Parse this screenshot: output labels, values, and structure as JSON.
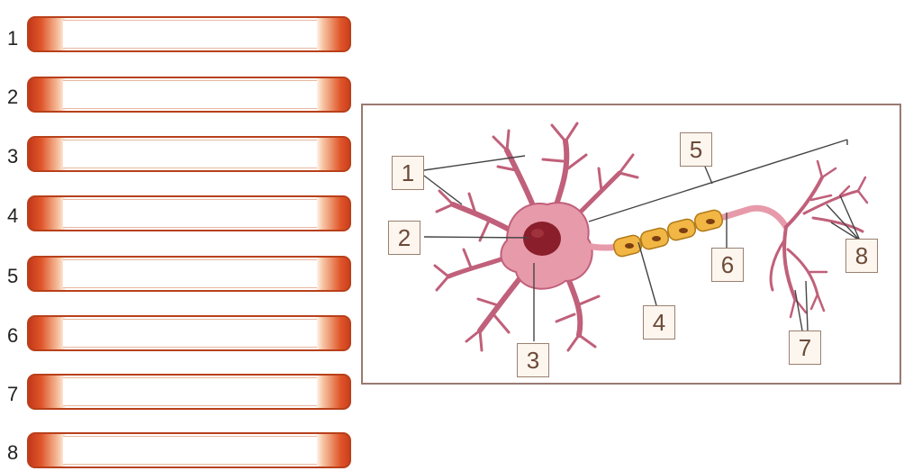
{
  "answer_slots": [
    {
      "number": "1",
      "value": ""
    },
    {
      "number": "2",
      "value": ""
    },
    {
      "number": "3",
      "value": ""
    },
    {
      "number": "4",
      "value": ""
    },
    {
      "number": "5",
      "value": ""
    },
    {
      "number": "6",
      "value": ""
    },
    {
      "number": "7",
      "value": ""
    },
    {
      "number": "8",
      "value": ""
    }
  ],
  "diagram": {
    "labels": [
      "1",
      "2",
      "3",
      "4",
      "5",
      "6",
      "7",
      "8"
    ],
    "colors": {
      "neuron_body": "#e79aaa",
      "neuron_outline": "#c0607a",
      "nucleus": "#8a1e2a",
      "myelin": "#f2b645",
      "myelin_outline": "#b07a18",
      "leader_line": "#444444",
      "frame": "#9a7a72"
    }
  }
}
